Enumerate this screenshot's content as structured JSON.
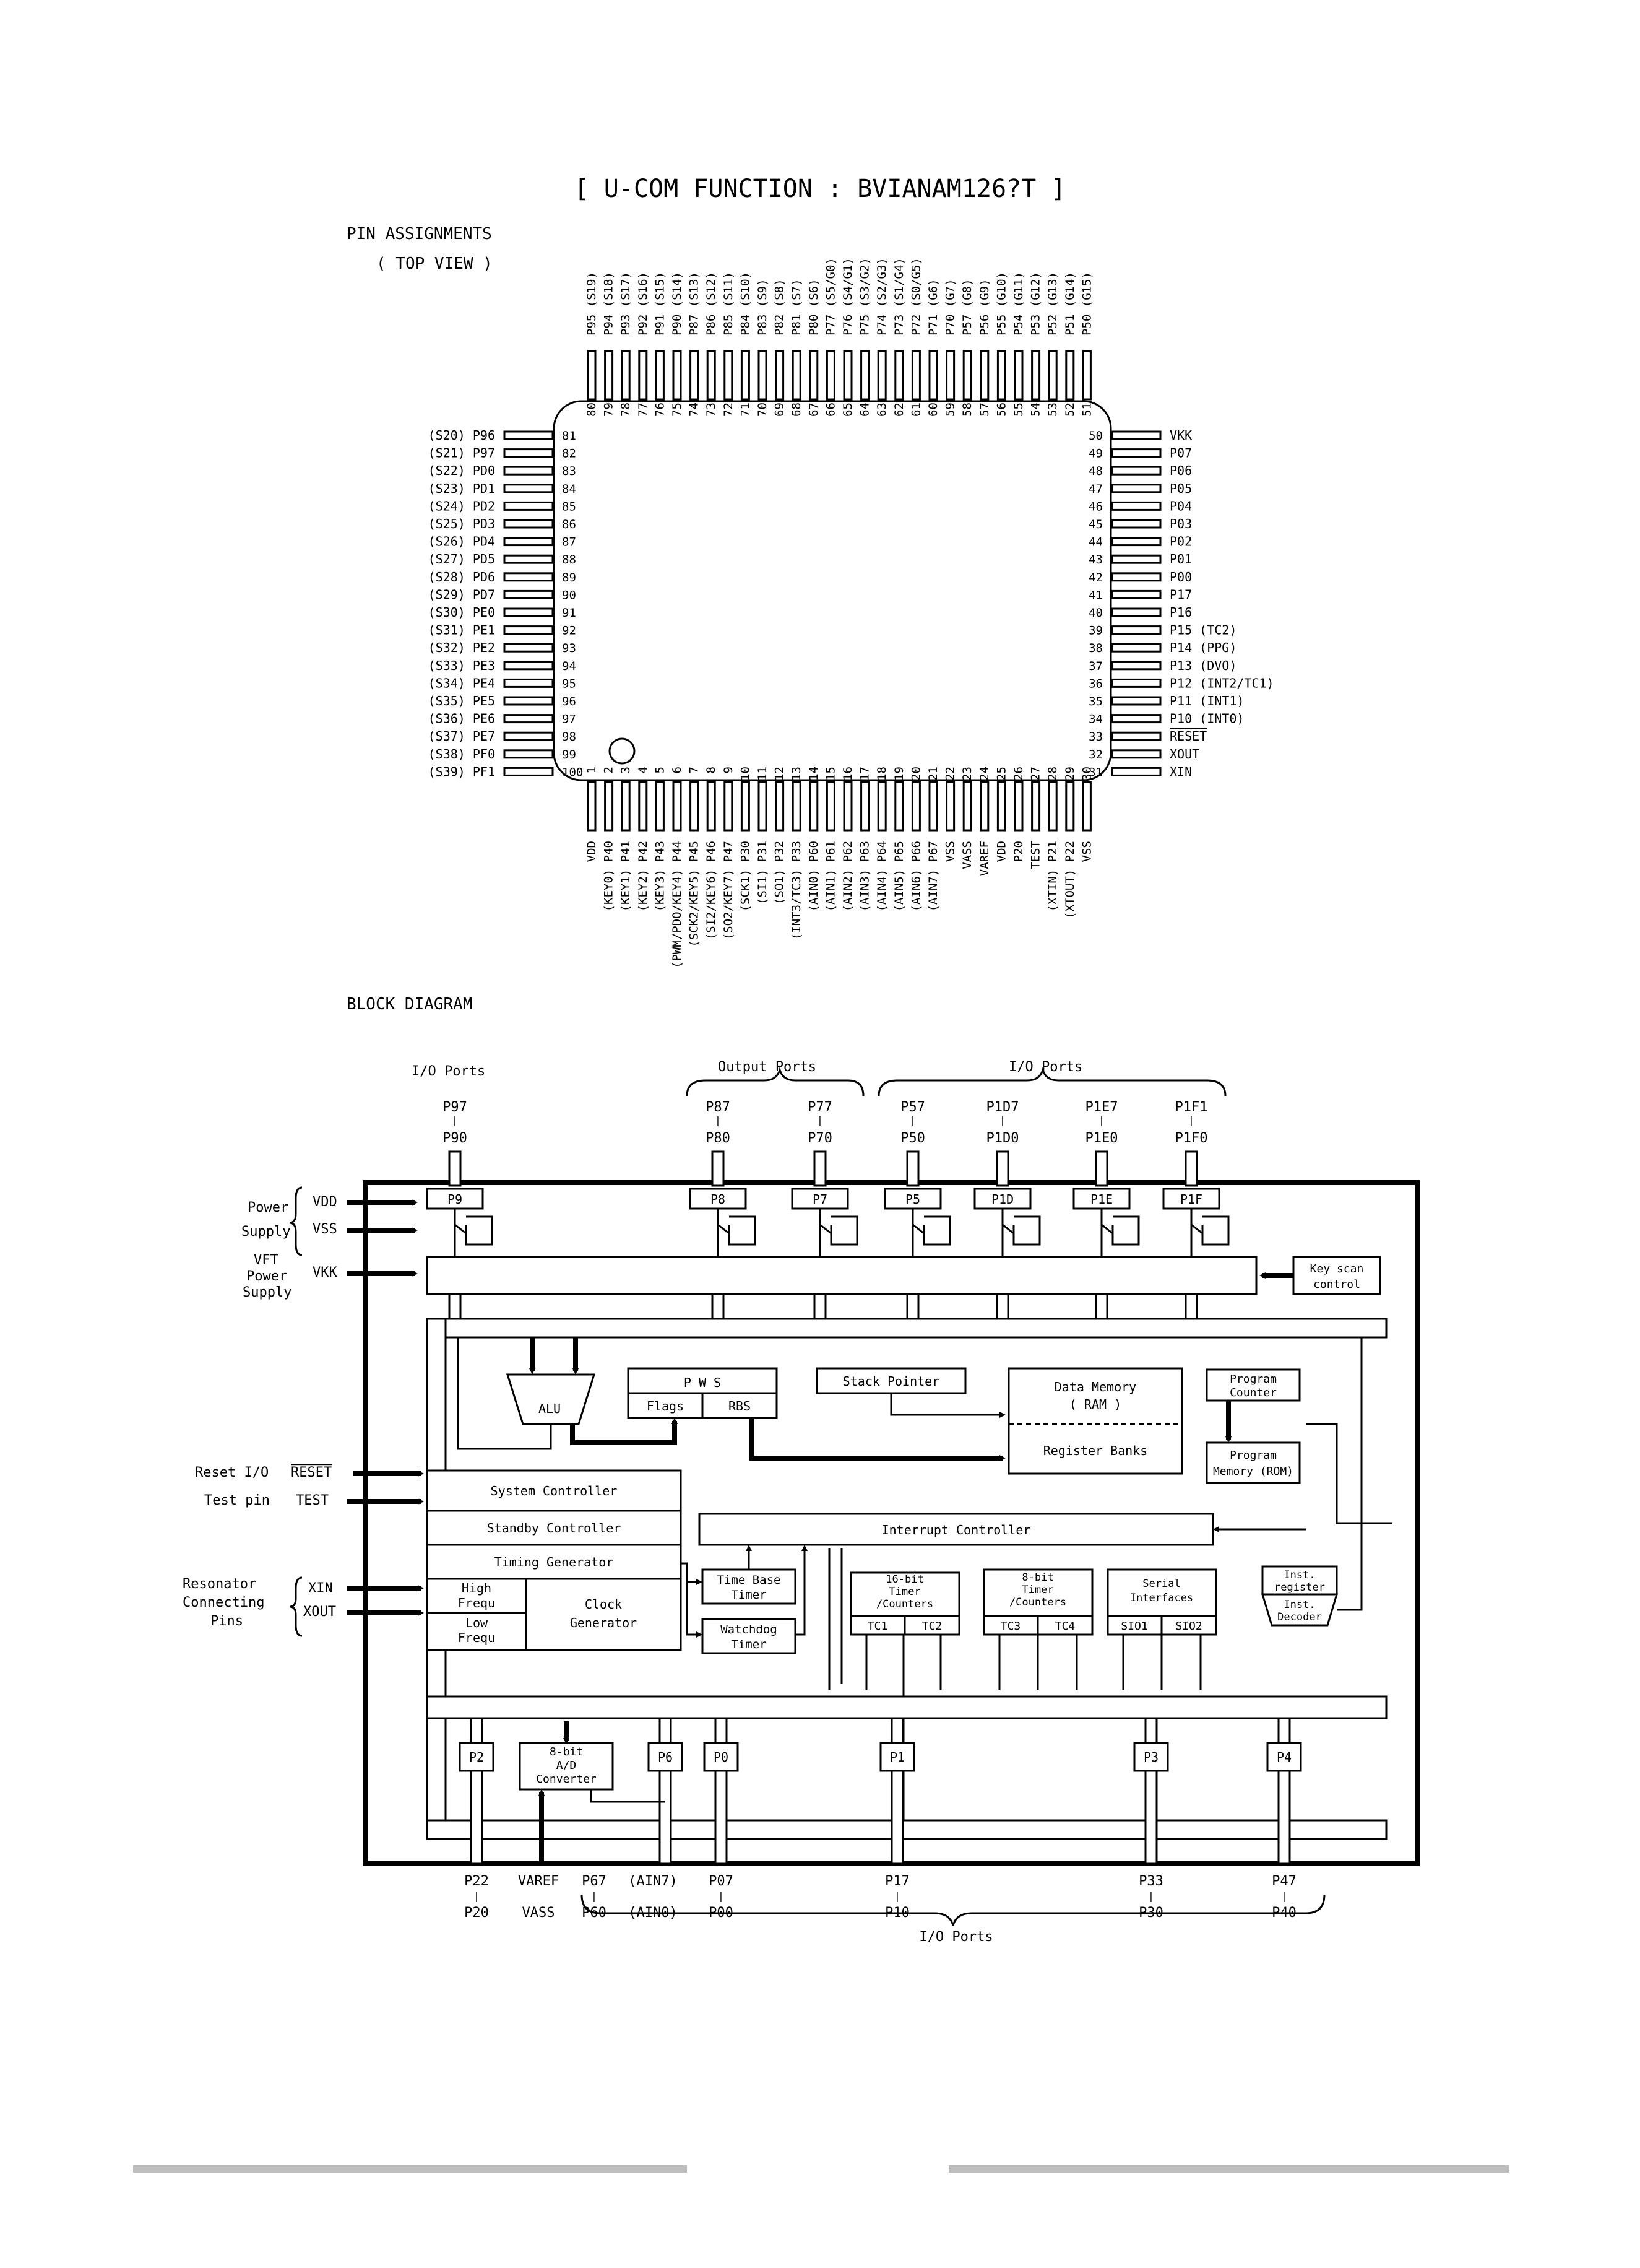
{
  "header": {
    "title": "[ U-COM FUNCTION : BVIANAM126?T ]"
  },
  "pin_section": {
    "title": "PIN ASSIGNMENTS",
    "subtitle": "( TOP VIEW )"
  },
  "pins": {
    "top": [
      {
        "num": "80",
        "label": "P95 (S19)"
      },
      {
        "num": "79",
        "label": "P94 (S18)"
      },
      {
        "num": "78",
        "label": "P93 (S17)"
      },
      {
        "num": "77",
        "label": "P92 (S16)"
      },
      {
        "num": "76",
        "label": "P91 (S15)"
      },
      {
        "num": "75",
        "label": "P90 (S14)"
      },
      {
        "num": "74",
        "label": "P87 (S13)"
      },
      {
        "num": "73",
        "label": "P86 (S12)"
      },
      {
        "num": "72",
        "label": "P85 (S11)"
      },
      {
        "num": "71",
        "label": "P84 (S10)"
      },
      {
        "num": "70",
        "label": "P83 (S9)"
      },
      {
        "num": "69",
        "label": "P82 (S8)"
      },
      {
        "num": "68",
        "label": "P81 (S7)"
      },
      {
        "num": "67",
        "label": "P80 (S6)"
      },
      {
        "num": "66",
        "label": "P77 (S5/G0)"
      },
      {
        "num": "65",
        "label": "P76 (S4/G1)"
      },
      {
        "num": "64",
        "label": "P75 (S3/G2)"
      },
      {
        "num": "63",
        "label": "P74 (S2/G3)"
      },
      {
        "num": "62",
        "label": "P73 (S1/G4)"
      },
      {
        "num": "61",
        "label": "P72 (S0/G5)"
      },
      {
        "num": "60",
        "label": "P71 (G6)"
      },
      {
        "num": "59",
        "label": "P70 (G7)"
      },
      {
        "num": "58",
        "label": "P57 (G8)"
      },
      {
        "num": "57",
        "label": "P56 (G9)"
      },
      {
        "num": "56",
        "label": "P55 (G10)"
      },
      {
        "num": "55",
        "label": "P54 (G11)"
      },
      {
        "num": "54",
        "label": "P53 (G12)"
      },
      {
        "num": "53",
        "label": "P52 (G13)"
      },
      {
        "num": "52",
        "label": "P51 (G14)"
      },
      {
        "num": "51",
        "label": "P50 (G15)"
      }
    ],
    "left": [
      {
        "num": "81",
        "label": "(S20) P96"
      },
      {
        "num": "82",
        "label": "(S21) P97"
      },
      {
        "num": "83",
        "label": "(S22) PD0"
      },
      {
        "num": "84",
        "label": "(S23) PD1"
      },
      {
        "num": "85",
        "label": "(S24) PD2"
      },
      {
        "num": "86",
        "label": "(S25) PD3"
      },
      {
        "num": "87",
        "label": "(S26) PD4"
      },
      {
        "num": "88",
        "label": "(S27) PD5"
      },
      {
        "num": "89",
        "label": "(S28) PD6"
      },
      {
        "num": "90",
        "label": "(S29) PD7"
      },
      {
        "num": "91",
        "label": "(S30) PE0"
      },
      {
        "num": "92",
        "label": "(S31) PE1"
      },
      {
        "num": "93",
        "label": "(S32) PE2"
      },
      {
        "num": "94",
        "label": "(S33) PE3"
      },
      {
        "num": "95",
        "label": "(S34) PE4"
      },
      {
        "num": "96",
        "label": "(S35) PE5"
      },
      {
        "num": "97",
        "label": "(S36) PE6"
      },
      {
        "num": "98",
        "label": "(S37) PE7"
      },
      {
        "num": "99",
        "label": "(S38) PF0"
      },
      {
        "num": "100",
        "label": "(S39) PF1"
      }
    ],
    "right": [
      {
        "num": "50",
        "label": "VKK"
      },
      {
        "num": "49",
        "label": "P07"
      },
      {
        "num": "48",
        "label": "P06"
      },
      {
        "num": "47",
        "label": "P05"
      },
      {
        "num": "46",
        "label": "P04"
      },
      {
        "num": "45",
        "label": "P03"
      },
      {
        "num": "44",
        "label": "P02"
      },
      {
        "num": "43",
        "label": "P01"
      },
      {
        "num": "42",
        "label": "P00"
      },
      {
        "num": "41",
        "label": "P17"
      },
      {
        "num": "40",
        "label": "P16"
      },
      {
        "num": "39",
        "label": "P15 (TC2)"
      },
      {
        "num": "38",
        "label": "P14 (PPG)"
      },
      {
        "num": "37",
        "label": "P13 (DVO)"
      },
      {
        "num": "36",
        "label": "P12 (INT2/TC1)"
      },
      {
        "num": "35",
        "label": "P11 (INT1)"
      },
      {
        "num": "34",
        "label": "P10 (INT0)"
      },
      {
        "num": "33",
        "label": "RESET"
      },
      {
        "num": "32",
        "label": "XOUT"
      },
      {
        "num": "31",
        "label": "XIN"
      }
    ],
    "bottom": [
      {
        "num": "1",
        "label": "VDD"
      },
      {
        "num": "2",
        "label": "(KEY0) P40"
      },
      {
        "num": "3",
        "label": "(KEY1) P41"
      },
      {
        "num": "4",
        "label": "(KEY2) P42"
      },
      {
        "num": "5",
        "label": "(KEY3) P43"
      },
      {
        "num": "6",
        "label": "(PWM/PDO/KEY4) P44"
      },
      {
        "num": "7",
        "label": "(SCK2/KEY5) P45"
      },
      {
        "num": "8",
        "label": "(SI2/KEY6) P46"
      },
      {
        "num": "9",
        "label": "(SO2/KEY7) P47"
      },
      {
        "num": "10",
        "label": "(SCK1) P30"
      },
      {
        "num": "11",
        "label": "(SI1) P31"
      },
      {
        "num": "12",
        "label": "(SO1) P32"
      },
      {
        "num": "13",
        "label": "(INT3/TC3) P33"
      },
      {
        "num": "14",
        "label": "(AIN0) P60"
      },
      {
        "num": "15",
        "label": "(AIN1) P61"
      },
      {
        "num": "16",
        "label": "(AIN2) P62"
      },
      {
        "num": "17",
        "label": "(AIN3) P63"
      },
      {
        "num": "18",
        "label": "(AIN4) P64"
      },
      {
        "num": "19",
        "label": "(AIN5) P65"
      },
      {
        "num": "20",
        "label": "(AIN6) P66"
      },
      {
        "num": "21",
        "label": "(AIN7) P67"
      },
      {
        "num": "22",
        "label": "VSS"
      },
      {
        "num": "23",
        "label": "VASS"
      },
      {
        "num": "24",
        "label": "VAREF"
      },
      {
        "num": "25",
        "label": "VDD"
      },
      {
        "num": "26",
        "label": "P20"
      },
      {
        "num": "27",
        "label": "TEST"
      },
      {
        "num": "28",
        "label": "(XTIN) P21"
      },
      {
        "num": "29",
        "label": "(XTOUT) P22"
      },
      {
        "num": "30",
        "label": "VSS"
      }
    ]
  },
  "block_section": {
    "title": "BLOCK DIAGRAM"
  },
  "block": {
    "group_io_top_left": "I/O Ports",
    "group_output": "Output Ports",
    "group_io_top_right": "I/O Ports",
    "group_io_bottom": "I/O Ports",
    "top_ports": [
      {
        "hi": "P97",
        "lo": "P90",
        "box": "P9"
      },
      {
        "hi": "P87",
        "lo": "P80",
        "box": "P8"
      },
      {
        "hi": "P77",
        "lo": "P70",
        "box": "P7"
      },
      {
        "hi": "P57",
        "lo": "P50",
        "box": "P5"
      },
      {
        "hi": "P1D7",
        "lo": "P1D0",
        "box": "P1D"
      },
      {
        "hi": "P1E7",
        "lo": "P1E0",
        "box": "P1E"
      },
      {
        "hi": "P1F1",
        "lo": "P1F0",
        "box": "P1F"
      }
    ],
    "power_label": "Power",
    "supply_label": "Supply",
    "vdd": "VDD",
    "vss": "VSS",
    "vft_label": "VFT",
    "vft_power": "Power",
    "vft_supply": "Supply",
    "vkk": "VKK",
    "key_scan": [
      "Key scan",
      "control"
    ],
    "alu": "ALU",
    "pws": "P W S",
    "flags": "Flags",
    "rbs": "RBS",
    "stack_pointer": "Stack Pointer",
    "data_memory": [
      "Data Memory",
      "( RAM )"
    ],
    "register_banks": "Register Banks",
    "program_counter": [
      "Program",
      "Counter"
    ],
    "program_memory": [
      "Program",
      "Memory (ROM)"
    ],
    "reset_io": "Reset I/O",
    "reset_pin": "RESET",
    "test_pin_label": "Test pin",
    "test_pin": "TEST",
    "system_controller": "System Controller",
    "standby_controller": "Standby Controller",
    "timing_generator": "Timing Generator",
    "high_frequ": [
      "High",
      "Frequ"
    ],
    "low_frequ": [
      "Low",
      "Frequ"
    ],
    "clock_generator": [
      "Clock",
      "Generator"
    ],
    "resonator": [
      "Resonator",
      "Connecting",
      "Pins"
    ],
    "xin": "XIN",
    "xout": "XOUT",
    "interrupt_controller": "Interrupt Controller",
    "time_base_timer": [
      "Time Base",
      "Timer"
    ],
    "watchdog_timer": [
      "Watchdog",
      "Timer"
    ],
    "timer16": [
      "16-bit",
      "Timer",
      "/Counters"
    ],
    "tc1": "TC1",
    "tc2": "TC2",
    "timer8": [
      "8-bit",
      "Timer",
      "/Counters"
    ],
    "tc3": "TC3",
    "tc4": "TC4",
    "serial": [
      "Serial",
      "Interfaces"
    ],
    "sio1": "SIO1",
    "sio2": "SIO2",
    "inst_register": [
      "Inst.",
      "register"
    ],
    "inst_decoder": [
      "Inst.",
      "Decoder"
    ],
    "bottom_ports": [
      {
        "box": "P2",
        "hi": "P22",
        "lo": "P20"
      },
      {
        "box": "P6",
        "hi": "P67",
        "lo": "P60"
      },
      {
        "box": "P0",
        "hi": "P07",
        "lo": "P00"
      },
      {
        "box": "P1",
        "hi": "P17",
        "lo": "P10"
      },
      {
        "box": "P3",
        "hi": "P33",
        "lo": "P30"
      },
      {
        "box": "P4",
        "hi": "P47",
        "lo": "P40"
      }
    ],
    "adc": [
      "8-bit",
      "A/D",
      "Converter"
    ],
    "varef": "VAREF",
    "vass": "VASS",
    "ain7": "(AIN7)",
    "ain0": "(AIN0)"
  }
}
